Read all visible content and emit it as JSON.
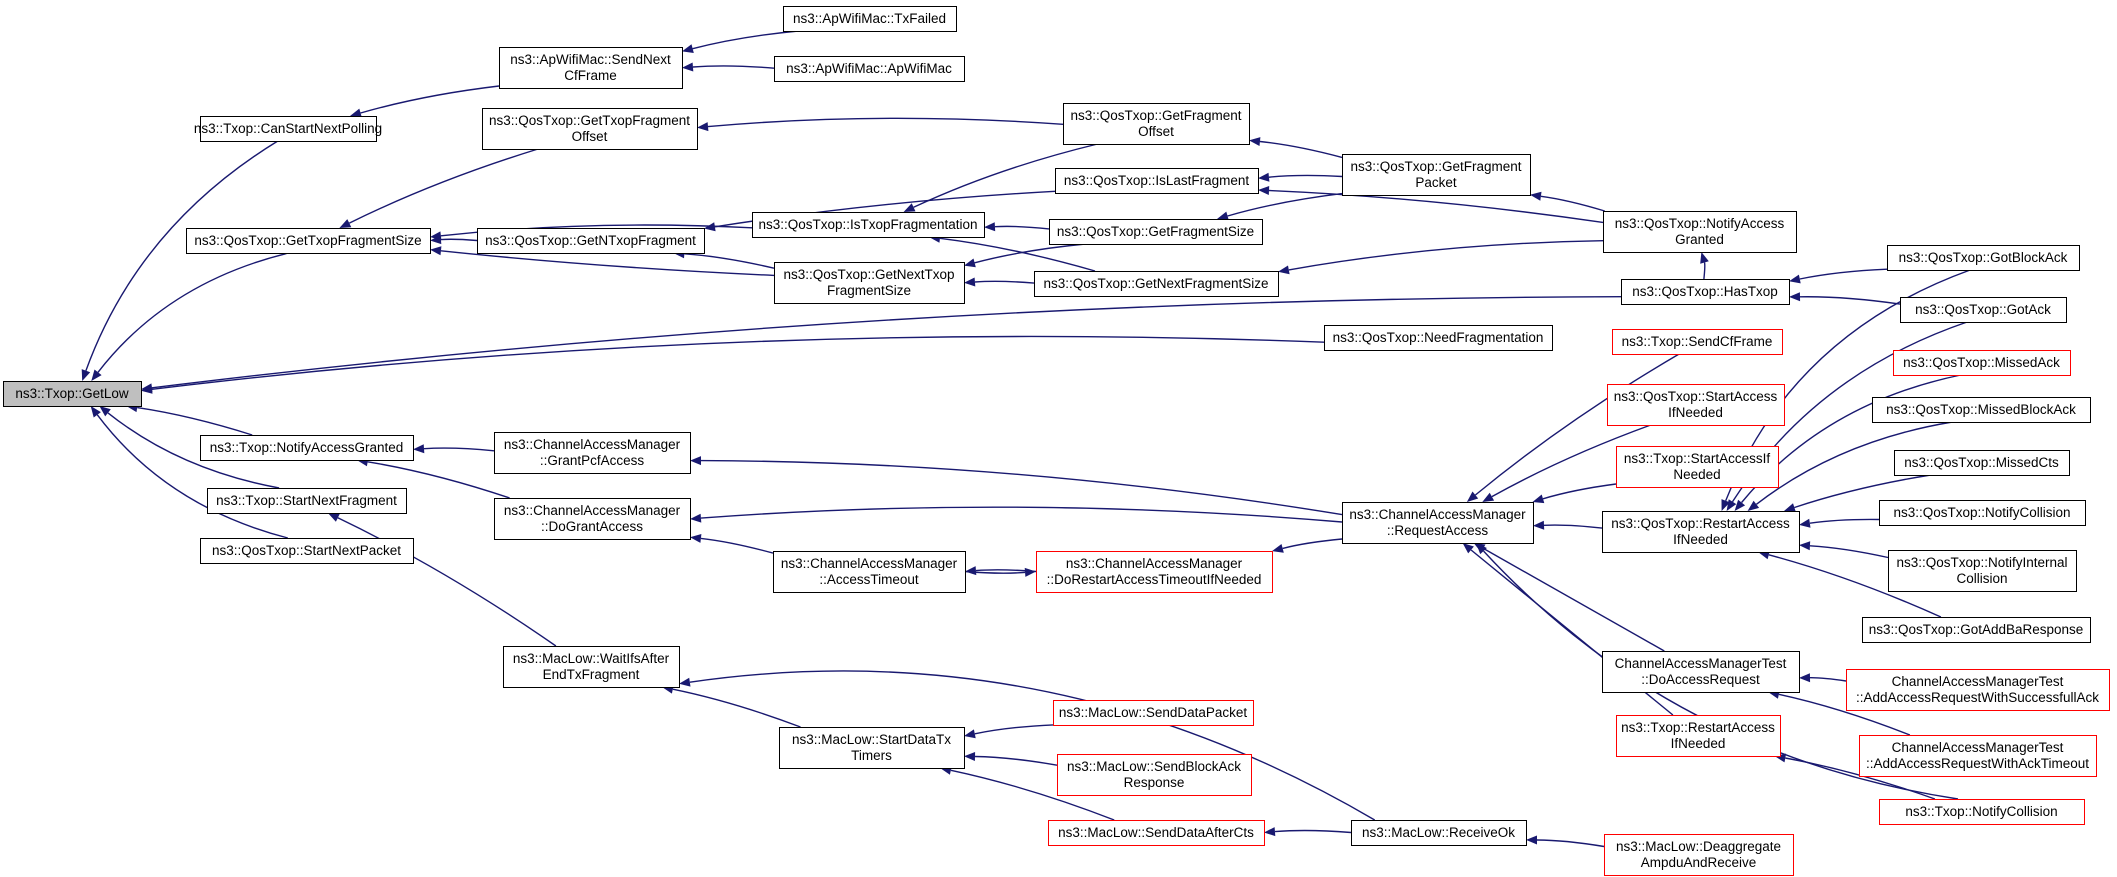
{
  "title": "",
  "nodes": {
    "getLow": {
      "lines": [
        "ns3::Txop::GetLow"
      ],
      "style": "root"
    },
    "canStart": {
      "lines": [
        "ns3::Txop::CanStartNextPolling"
      ],
      "style": "normal"
    },
    "apSendNext": {
      "lines": [
        "ns3::ApWifiMac::SendNext",
        "CfFrame"
      ],
      "style": "normal"
    },
    "apTxFailed": {
      "lines": [
        "ns3::ApWifiMac::TxFailed"
      ],
      "style": "normal"
    },
    "apApWifiMac": {
      "lines": [
        "ns3::ApWifiMac::ApWifiMac"
      ],
      "style": "normal"
    },
    "getTxopFragOffset": {
      "lines": [
        "ns3::QosTxop::GetTxopFragment",
        "Offset"
      ],
      "style": "normal"
    },
    "getFragOffset": {
      "lines": [
        "ns3::QosTxop::GetFragment",
        "Offset"
      ],
      "style": "normal"
    },
    "isLastFrag": {
      "lines": [
        "ns3::QosTxop::IsLastFragment"
      ],
      "style": "normal"
    },
    "getFragPacket": {
      "lines": [
        "ns3::QosTxop::GetFragment",
        "Packet"
      ],
      "style": "normal"
    },
    "getTxopFragSize": {
      "lines": [
        "ns3::QosTxop::GetTxopFragmentSize"
      ],
      "style": "normal"
    },
    "getNTxopFrag": {
      "lines": [
        "ns3::QosTxop::GetNTxopFragment"
      ],
      "style": "normal"
    },
    "isTxopFrag": {
      "lines": [
        "ns3::QosTxop::IsTxopFragmentation"
      ],
      "style": "normal"
    },
    "getFragSize": {
      "lines": [
        "ns3::QosTxop::GetFragmentSize"
      ],
      "style": "normal"
    },
    "notifyAccessGranted": {
      "lines": [
        "ns3::QosTxop::NotifyAccess",
        "Granted"
      ],
      "style": "normal"
    },
    "getNextTxopFragSize": {
      "lines": [
        "ns3::QosTxop::GetNextTxop",
        "FragmentSize"
      ],
      "style": "normal"
    },
    "getNextFragSize": {
      "lines": [
        "ns3::QosTxop::GetNextFragmentSize"
      ],
      "style": "normal"
    },
    "needFrag": {
      "lines": [
        "ns3::QosTxop::NeedFragmentation"
      ],
      "style": "normal"
    },
    "hasTxop": {
      "lines": [
        "ns3::QosTxop::HasTxop"
      ],
      "style": "normal"
    },
    "gotBlockAck": {
      "lines": [
        "ns3::QosTxop::GotBlockAck"
      ],
      "style": "normal"
    },
    "gotAck": {
      "lines": [
        "ns3::QosTxop::GotAck"
      ],
      "style": "normal"
    },
    "sendCfFrame": {
      "lines": [
        "ns3::Txop::SendCfFrame"
      ],
      "style": "red"
    },
    "missedAck": {
      "lines": [
        "ns3::QosTxop::MissedAck"
      ],
      "style": "red"
    },
    "qStartAccessIfNeeded": {
      "lines": [
        "ns3::QosTxop::StartAccess",
        "IfNeeded"
      ],
      "style": "red"
    },
    "missedBlockAck": {
      "lines": [
        "ns3::QosTxop::MissedBlockAck"
      ],
      "style": "normal"
    },
    "tStartAccessIfNeeded": {
      "lines": [
        "ns3::Txop::StartAccessIf",
        "Needed"
      ],
      "style": "red"
    },
    "missedCts": {
      "lines": [
        "ns3::QosTxop::MissedCts"
      ],
      "style": "normal"
    },
    "txopNotifyAccessGranted": {
      "lines": [
        "ns3::Txop::NotifyAccessGranted"
      ],
      "style": "normal"
    },
    "grantPcf": {
      "lines": [
        "ns3::ChannelAccessManager",
        "::GrantPcfAccess"
      ],
      "style": "normal"
    },
    "startNextFragment": {
      "lines": [
        "ns3::Txop::StartNextFragment"
      ],
      "style": "normal"
    },
    "notifyCollisionQ": {
      "lines": [
        "ns3::QosTxop::NotifyCollision"
      ],
      "style": "normal"
    },
    "requestAccess": {
      "lines": [
        "ns3::ChannelAccessManager",
        "::RequestAccess"
      ],
      "style": "normal"
    },
    "restartAccessQ": {
      "lines": [
        "ns3::QosTxop::RestartAccess",
        "IfNeeded"
      ],
      "style": "normal"
    },
    "doGrant": {
      "lines": [
        "ns3::ChannelAccessManager",
        "::DoGrantAccess"
      ],
      "style": "normal"
    },
    "startNextPacket": {
      "lines": [
        "ns3::QosTxop::StartNextPacket"
      ],
      "style": "normal"
    },
    "notifyInternal": {
      "lines": [
        "ns3::QosTxop::NotifyInternal",
        "Collision"
      ],
      "style": "normal"
    },
    "accessTimeout": {
      "lines": [
        "ns3::ChannelAccessManager",
        "::AccessTimeout"
      ],
      "style": "normal"
    },
    "doRestart": {
      "lines": [
        "ns3::ChannelAccessManager",
        "::DoRestartAccessTimeoutIfNeeded"
      ],
      "style": "red"
    },
    "gotAddBa": {
      "lines": [
        "ns3::QosTxop::GotAddBaResponse"
      ],
      "style": "normal"
    },
    "waitIfs": {
      "lines": [
        "ns3::MacLow::WaitIfsAfter",
        "EndTxFragment"
      ],
      "style": "normal"
    },
    "camtDoAccess": {
      "lines": [
        "ChannelAccessManagerTest",
        "::DoAccessRequest"
      ],
      "style": "normal"
    },
    "camtSuccess": {
      "lines": [
        "ChannelAccessManagerTest",
        "::AddAccessRequestWithSuccessfullAck"
      ],
      "style": "red"
    },
    "sendDataPacket": {
      "lines": [
        "ns3::MacLow::SendDataPacket"
      ],
      "style": "red"
    },
    "txopRestart": {
      "lines": [
        "ns3::Txop::RestartAccess",
        "IfNeeded"
      ],
      "style": "red"
    },
    "camtAckTimeout": {
      "lines": [
        "ChannelAccessManagerTest",
        "::AddAccessRequestWithAckTimeout"
      ],
      "style": "red"
    },
    "startDataTx": {
      "lines": [
        "ns3::MacLow::StartDataTx",
        "Timers"
      ],
      "style": "normal"
    },
    "sendBlockAckResp": {
      "lines": [
        "ns3::MacLow::SendBlockAck",
        "Response"
      ],
      "style": "red"
    },
    "txopNotifyCollision": {
      "lines": [
        "ns3::Txop::NotifyCollision"
      ],
      "style": "red"
    },
    "sendDataAfterCts": {
      "lines": [
        "ns3::MacLow::SendDataAfterCts"
      ],
      "style": "red"
    },
    "receiveOk": {
      "lines": [
        "ns3::MacLow::ReceiveOk"
      ],
      "style": "normal"
    },
    "deaggregate": {
      "lines": [
        "ns3::MacLow::Deaggregate",
        "AmpduAndReceive"
      ],
      "style": "red"
    }
  },
  "edges": [
    [
      "canStart",
      "getLow"
    ],
    [
      "getTxopFragSize",
      "getLow"
    ],
    [
      "needFrag",
      "getLow"
    ],
    [
      "hasTxop",
      "getLow"
    ],
    [
      "txopNotifyAccessGranted",
      "getLow"
    ],
    [
      "startNextFragment",
      "getLow"
    ],
    [
      "startNextPacket",
      "getLow"
    ],
    [
      "apSendNext",
      "canStart"
    ],
    [
      "apTxFailed",
      "apSendNext"
    ],
    [
      "apApWifiMac",
      "apSendNext"
    ],
    [
      "getFragOffset",
      "getTxopFragOffset"
    ],
    [
      "getFragPacket",
      "getFragOffset"
    ],
    [
      "getFragPacket",
      "isLastFrag"
    ],
    [
      "notifyAccessGranted",
      "getFragPacket"
    ],
    [
      "notifyAccessGranted",
      "isLastFrag"
    ],
    [
      "getTxopFragOffset",
      "getTxopFragSize"
    ],
    [
      "getNTxopFrag",
      "getTxopFragSize"
    ],
    [
      "isTxopFrag",
      "getTxopFragSize"
    ],
    [
      "getNextTxopFragSize",
      "getTxopFragSize"
    ],
    [
      "isLastFrag",
      "getNTxopFrag"
    ],
    [
      "getNextTxopFragSize",
      "getNTxopFrag"
    ],
    [
      "getFragOffset",
      "isTxopFrag"
    ],
    [
      "getFragSize",
      "isTxopFrag"
    ],
    [
      "getNextFragSize",
      "isTxopFrag"
    ],
    [
      "getFragPacket",
      "getFragSize"
    ],
    [
      "getFragSize",
      "getNextTxopFragSize"
    ],
    [
      "getNextFragSize",
      "getNextTxopFragSize"
    ],
    [
      "notifyAccessGranted",
      "getNextFragSize"
    ],
    [
      "hasTxop",
      "notifyAccessGranted"
    ],
    [
      "gotBlockAck",
      "hasTxop"
    ],
    [
      "gotAck",
      "hasTxop"
    ],
    [
      "grantPcf",
      "txopNotifyAccessGranted"
    ],
    [
      "doGrant",
      "txopNotifyAccessGranted"
    ],
    [
      "requestAccess",
      "grantPcf"
    ],
    [
      "requestAccess",
      "doGrant"
    ],
    [
      "accessTimeout",
      "doGrant"
    ],
    [
      "doRestart",
      "accessTimeout"
    ],
    [
      "accessTimeout",
      "doRestart"
    ],
    [
      "requestAccess",
      "doRestart"
    ],
    [
      "sendCfFrame",
      "requestAccess"
    ],
    [
      "qStartAccessIfNeeded",
      "requestAccess"
    ],
    [
      "tStartAccessIfNeeded",
      "requestAccess"
    ],
    [
      "restartAccessQ",
      "requestAccess"
    ],
    [
      "camtDoAccess",
      "requestAccess"
    ],
    [
      "txopRestart",
      "requestAccess"
    ],
    [
      "txopNotifyCollision",
      "requestAccess"
    ],
    [
      "gotBlockAck",
      "restartAccessQ"
    ],
    [
      "gotAck",
      "restartAccessQ"
    ],
    [
      "missedAck",
      "restartAccessQ"
    ],
    [
      "missedBlockAck",
      "restartAccessQ"
    ],
    [
      "missedCts",
      "restartAccessQ"
    ],
    [
      "notifyCollisionQ",
      "restartAccessQ"
    ],
    [
      "notifyInternal",
      "restartAccessQ"
    ],
    [
      "gotAddBa",
      "restartAccessQ"
    ],
    [
      "camtSuccess",
      "camtDoAccess"
    ],
    [
      "camtAckTimeout",
      "camtDoAccess"
    ],
    [
      "txopNotifyCollision",
      "txopRestart"
    ],
    [
      "waitIfs",
      "startNextFragment"
    ],
    [
      "startDataTx",
      "waitIfs"
    ],
    [
      "receiveOk",
      "waitIfs"
    ],
    [
      "sendDataPacket",
      "startDataTx"
    ],
    [
      "sendBlockAckResp",
      "startDataTx"
    ],
    [
      "sendDataAfterCts",
      "startDataTx"
    ],
    [
      "receiveOk",
      "sendDataAfterCts"
    ],
    [
      "deaggregate",
      "receiveOk"
    ]
  ]
}
